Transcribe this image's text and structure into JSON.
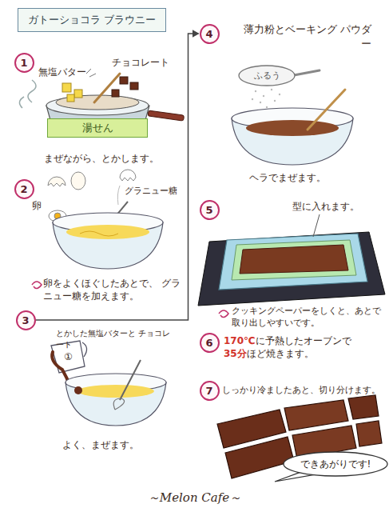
{
  "diagram": {
    "title": "ガトーショコラ ブラウニー",
    "caption": "～Melon Cafe～",
    "nodes": [
      {
        "text": [
          "1"
        ]
      },
      {
        "text": [
          "2"
        ]
      },
      {
        "text": [
          "3"
        ]
      },
      {
        "text": [
          "4"
        ]
      },
      {
        "text": [
          "5"
        ]
      },
      {
        "text": [
          "6"
        ]
      },
      {
        "text": [
          "7"
        ]
      },
      {
        "text": [
          "湯せん"
        ]
      },
      {
        "text": [
          "ふるう"
        ]
      },
      {
        "text": [
          "できあがりです!"
        ]
      }
    ],
    "edges": [
      {
        "from": 2,
        "to": 3,
        "arrow": "to"
      }
    ],
    "labels": [
      "無塩バター",
      "チョコレート",
      "まぜながら、とかします。",
      "卵",
      "グラニュー糖",
      "卵をよくほぐしたあとで、 グラニュー糖を加えます。",
      "とかした無塩バターと チョコレート",
      "①",
      "よく、まぜます。",
      "薄力粉とベーキング パウダー",
      "ヘラでまぜます。",
      "型に入れます。",
      "クッキングペーパーをしくと、あとで 取り出しやすいです。",
      "170℃",
      "に予熱したオーブンで",
      "35分",
      "ほど焼きます。",
      "しっかり冷ましたあと、切り分けます。"
    ]
  }
}
